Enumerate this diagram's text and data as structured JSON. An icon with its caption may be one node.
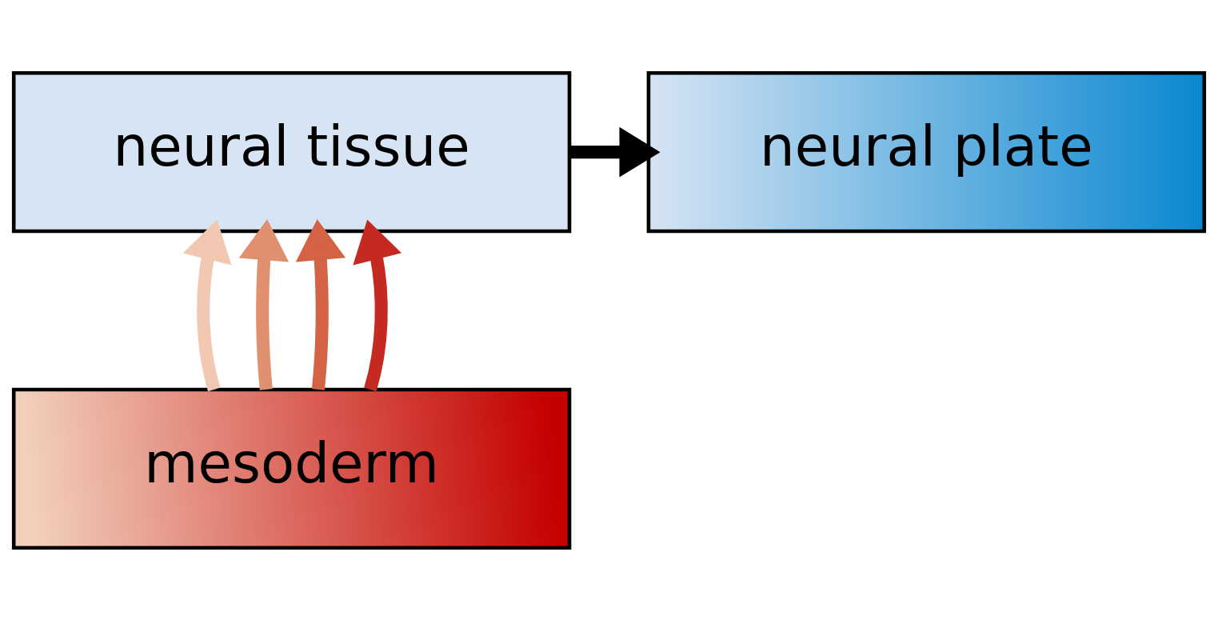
{
  "diagram": {
    "nodes": [
      {
        "text": [
          "neural tissue"
        ]
      },
      {
        "text": [
          "neural plate"
        ]
      },
      {
        "text": [
          "mesoderm"
        ]
      }
    ],
    "edges": [
      {
        "from": 0,
        "to": 1,
        "arrow": "to",
        "color": "#000000"
      },
      {
        "from": 2,
        "to": 0,
        "arrow": "to",
        "color": "#f2c8b2"
      },
      {
        "from": 2,
        "to": 0,
        "arrow": "to",
        "color": "#e0906e"
      },
      {
        "from": 2,
        "to": 0,
        "arrow": "to",
        "color": "#d46244"
      },
      {
        "from": 2,
        "to": 0,
        "arrow": "to",
        "color": "#c42a22"
      }
    ]
  }
}
